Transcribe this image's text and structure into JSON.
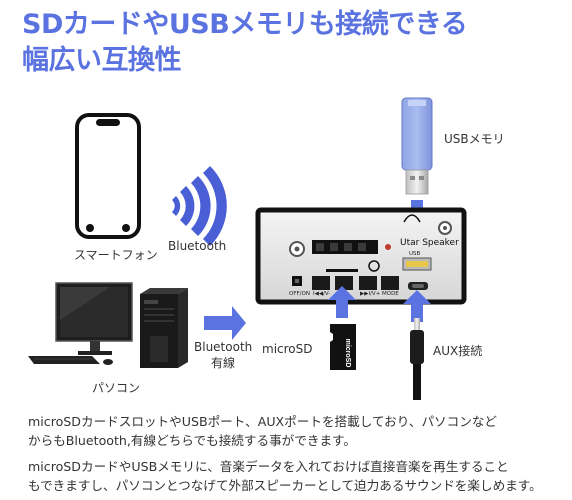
{
  "headline": {
    "line1": "SDカードやUSBメモリも接続できる",
    "line2": "幅広い互換性"
  },
  "labels": {
    "smartphone": "スマートフォン",
    "bluetooth_top": "Bluetooth",
    "pc": "パソコン",
    "bluetooth_wired_1": "Bluetooth",
    "bluetooth_wired_2": "有線",
    "usb_memory": "USBメモリ",
    "microsd": "microSD",
    "aux": "AUX接続"
  },
  "device": {
    "brand": "Utar Speaker",
    "usb": "USB",
    "button_labels": [
      "OFF/ON",
      "I◀◀/V-",
      "▶▶I/V+",
      "MODE"
    ]
  },
  "description": {
    "para1_line1": "microSDカードスロットやUSBポート、AUXポートを搭載しており、パソコンなど",
    "para1_line2": "からもBluetooth,有線どちらでも接続する事ができます。",
    "para2_line1": "microSDカードやUSBメモリに、音楽データを入れておけば直接音楽を再生すること",
    "para2_line2": "もできますし、パソコンとつなげて外部スピーカーとして迫力あるサウンドを楽しめます。"
  },
  "colors": {
    "headline": "#5b73e0",
    "arrow": "#5b73e0",
    "bluetooth_waves": "#4a5fd6"
  }
}
